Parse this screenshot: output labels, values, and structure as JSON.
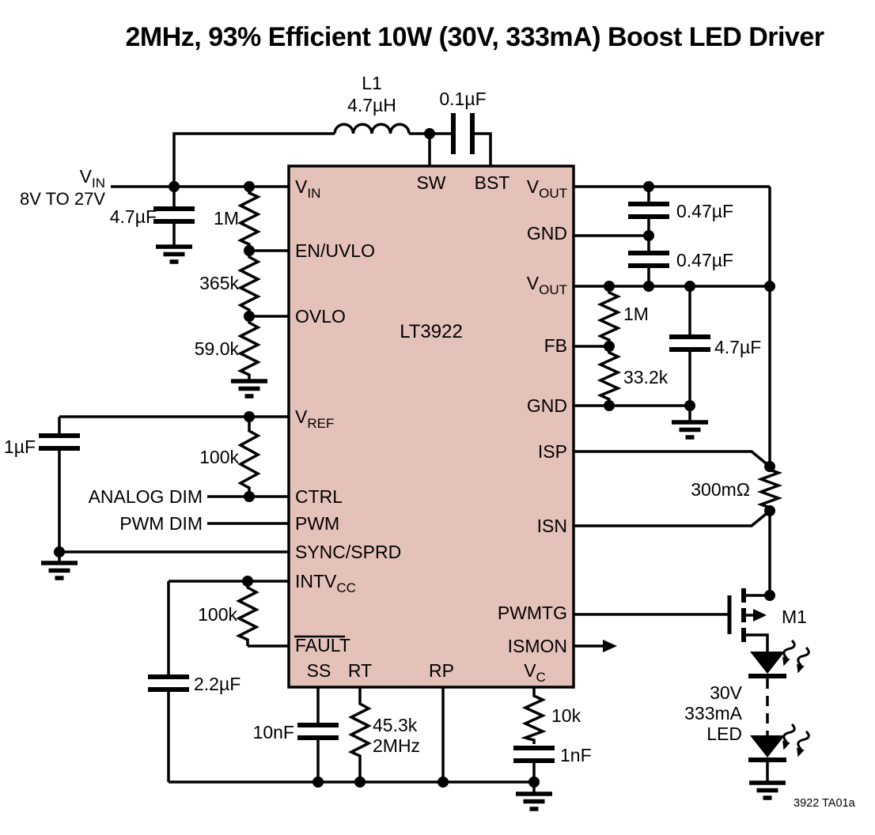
{
  "title": "2MHz, 93% Efficient 10W (30V, 333mA) Boost LED Driver",
  "ic": {
    "part_number": "LT3922"
  },
  "pins": {
    "top": [
      {
        "main": "SW"
      },
      {
        "main": "BST"
      }
    ],
    "bottom": [
      {
        "main": "SS"
      },
      {
        "main": "RT"
      },
      {
        "main": "RP"
      },
      {
        "main": "V",
        "sub": "C"
      }
    ],
    "left": [
      {
        "main": "V",
        "sub": "IN"
      },
      {
        "main": "EN/UVLO"
      },
      {
        "main": "OVLO"
      },
      {
        "main": "V",
        "sub": "REF"
      },
      {
        "main": "CTRL"
      },
      {
        "main": "PWM"
      },
      {
        "main": "SYNC/SPRD"
      },
      {
        "main": "INTV",
        "sub": "CC"
      },
      {
        "main": "FAULT"
      }
    ],
    "right": [
      {
        "main": "V",
        "sub": "OUT"
      },
      {
        "main": "GND"
      },
      {
        "main": "V",
        "sub": "OUT"
      },
      {
        "main": "FB"
      },
      {
        "main": "GND"
      },
      {
        "main": "ISP"
      },
      {
        "main": "ISN"
      },
      {
        "main": "PWMTG"
      },
      {
        "main": "ISMON"
      }
    ]
  },
  "input": {
    "name_main": "V",
    "name_sub": "IN",
    "range": "8V TO 27V"
  },
  "signals": {
    "analog_dim": "ANALOG DIM",
    "pwm_dim": "PWM DIM"
  },
  "components": {
    "l1_ref": "L1",
    "l1_value": "4.7µH",
    "c_bst": "0.1µF",
    "c_in": "4.7µF",
    "r_uvlo_top": "1M",
    "r_uvlo_mid": "365k",
    "r_uvlo_bot": "59.0k",
    "c_vref": "1µF",
    "r_ctrl": "100k",
    "r_fault": "100k",
    "c_intvcc": "2.2µF",
    "c_ss": "10nF",
    "r_rt": "45.3k",
    "rt_freq": "2MHz",
    "r_vc": "10k",
    "c_vc": "1nF",
    "c_out_top": "0.47µF",
    "c_out_bot": "0.47µF",
    "r_fb_top": "1M",
    "r_fb_bot": "33.2k",
    "c_out2": "4.7µF",
    "r_sense": "300mΩ",
    "m1_ref": "M1",
    "led_v": "30V",
    "led_i": "333mA",
    "led_label": "LED"
  },
  "colors": {
    "ic_fill": "#e5c2b9",
    "line": "#000000"
  },
  "note": "3922 TA01a"
}
